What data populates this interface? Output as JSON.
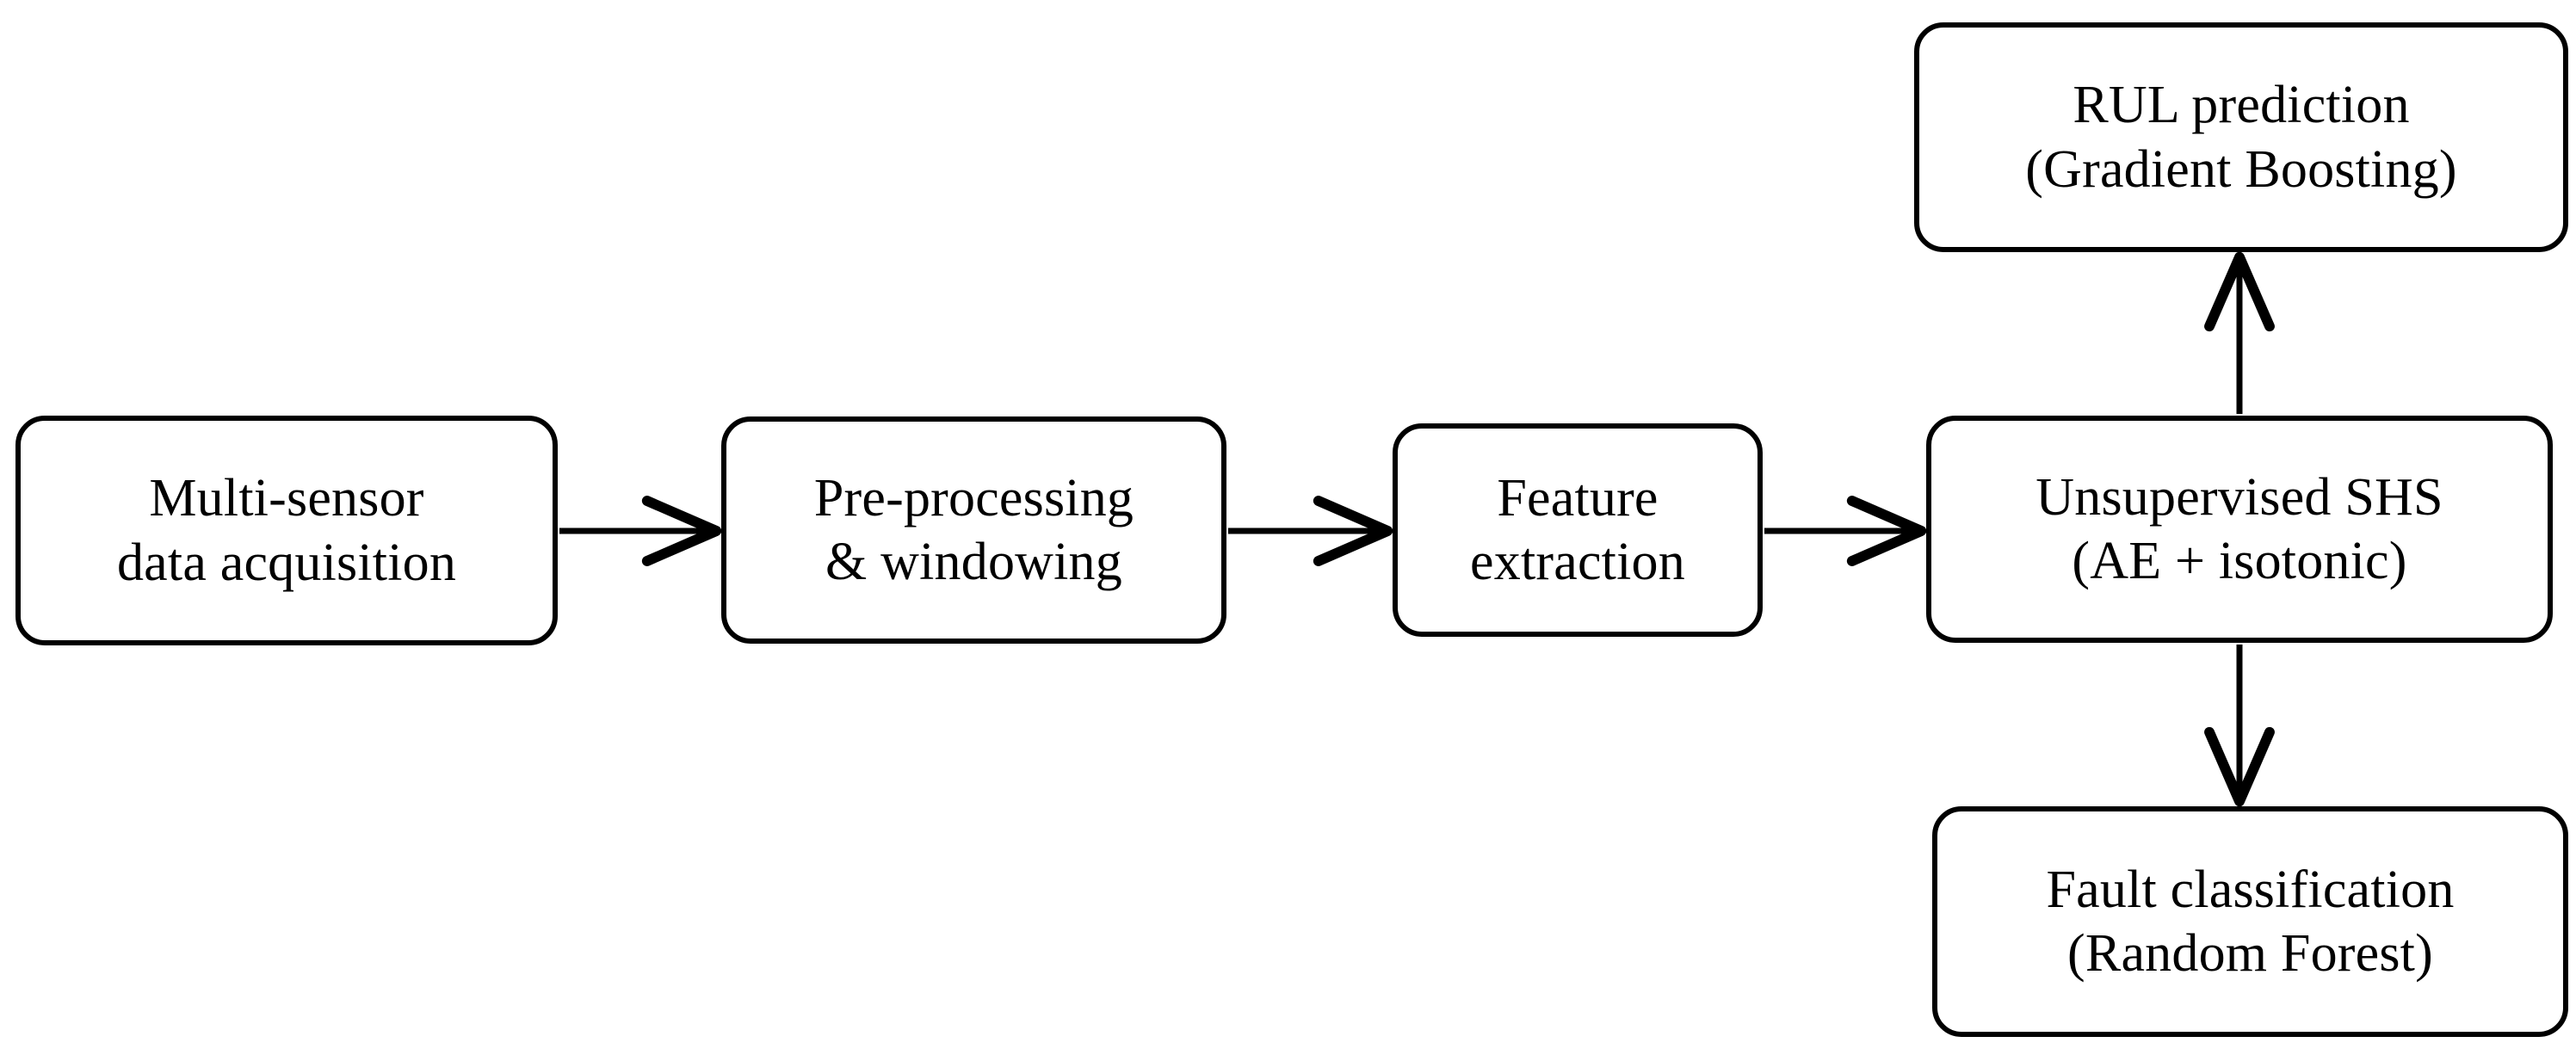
{
  "diagram": {
    "type": "flowchart",
    "orientation": "left-to-right with vertical branch",
    "background_color": "#ffffff",
    "stroke_color": "#000000",
    "nodes": [
      {
        "id": "acquisition",
        "line1": "Multi-sensor",
        "line2": "data acquisition"
      },
      {
        "id": "preprocessing",
        "line1": "Pre-processing",
        "line2": "& windowing"
      },
      {
        "id": "features",
        "line1": "Feature",
        "line2": "extraction"
      },
      {
        "id": "shs",
        "line1": "Unsupervised SHS",
        "line2": "(AE + isotonic)"
      },
      {
        "id": "rul",
        "line1": "RUL prediction",
        "line2": "(Gradient Boosting)"
      },
      {
        "id": "fault",
        "line1": "Fault classification",
        "line2": "(Random Forest)"
      }
    ],
    "edges": [
      {
        "id": "edge-acquisition-preprocessing",
        "from": "acquisition",
        "to": "preprocessing",
        "direction": "right"
      },
      {
        "id": "edge-preprocessing-features",
        "from": "preprocessing",
        "to": "features",
        "direction": "right"
      },
      {
        "id": "edge-features-shs",
        "from": "features",
        "to": "shs",
        "direction": "right"
      },
      {
        "id": "edge-shs-rul",
        "from": "shs",
        "to": "rul",
        "direction": "up"
      },
      {
        "id": "edge-shs-fault",
        "from": "shs",
        "to": "fault",
        "direction": "down"
      }
    ]
  }
}
